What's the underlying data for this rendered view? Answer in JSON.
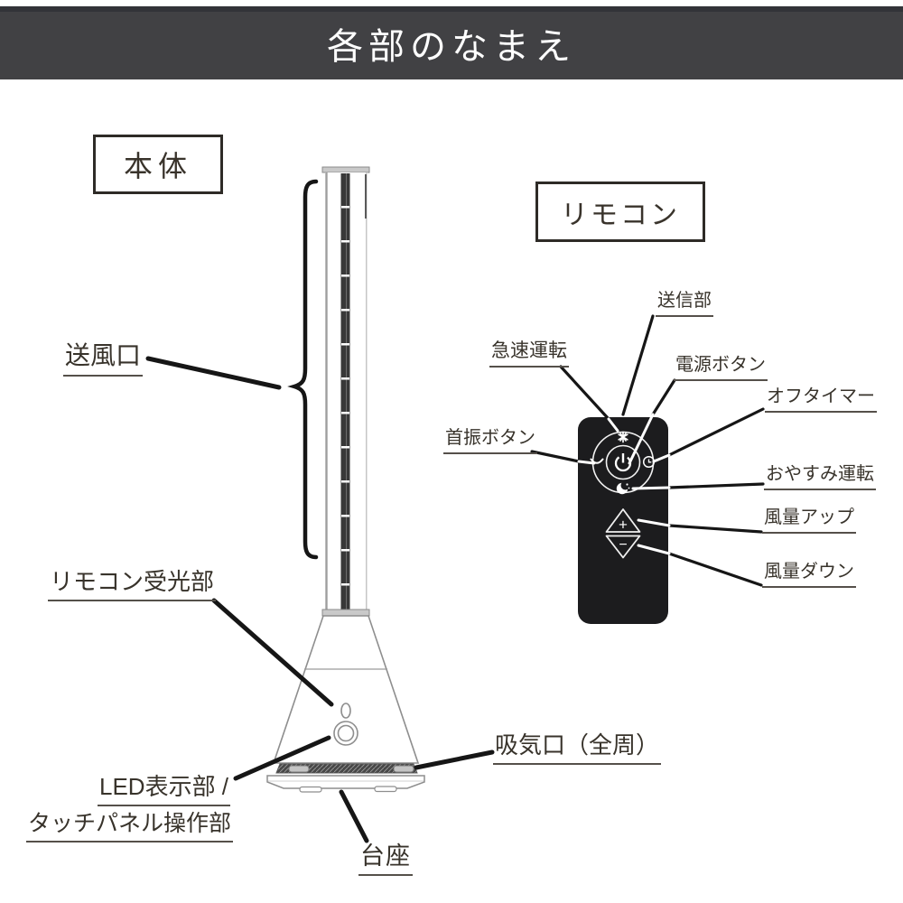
{
  "header": {
    "title": "各部のなまえ"
  },
  "sections": {
    "body": {
      "label": "本体"
    },
    "remote": {
      "label": "リモコン"
    }
  },
  "body_parts": {
    "air_outlet": {
      "label": "送風口"
    },
    "ir_receiver": {
      "label": "リモコン受光部"
    },
    "led_display": {
      "label": "LED表示部 /"
    },
    "touch_panel": {
      "label": "タッチパネル操作部"
    },
    "air_intake": {
      "label": "吸気口（全周）"
    },
    "pedestal": {
      "label": "台座"
    }
  },
  "remote_parts": {
    "transmitter": {
      "label": "送信部"
    },
    "rapid_mode": {
      "label": "急速運転"
    },
    "power_button": {
      "label": "電源ボタン"
    },
    "off_timer": {
      "label": "オフタイマー"
    },
    "swing_button": {
      "label": "首振ボタン"
    },
    "sleep_mode": {
      "label": "おやすみ運転"
    },
    "volume_up": {
      "label": "風量アップ"
    },
    "volume_down": {
      "label": "風量ダウン"
    }
  },
  "remote_buttons": {
    "plus": "+",
    "minus": "−"
  },
  "icons": {
    "power": "power-icon",
    "rapid": "snowflake-icon",
    "timer": "clock-icon",
    "swing": "swing-arc-icon",
    "sleep": "moon-icon",
    "volume_up": "plus-triangle-icon",
    "volume_down": "minus-triangle-icon"
  },
  "colors": {
    "header_bg": "#414144",
    "header_edge": "#323338",
    "label_text": "#38332b",
    "underline": "#55504a",
    "leader_line": "#191919",
    "remote_bg": "#1c1c1e",
    "outline_gray": "#8e8e8e"
  }
}
